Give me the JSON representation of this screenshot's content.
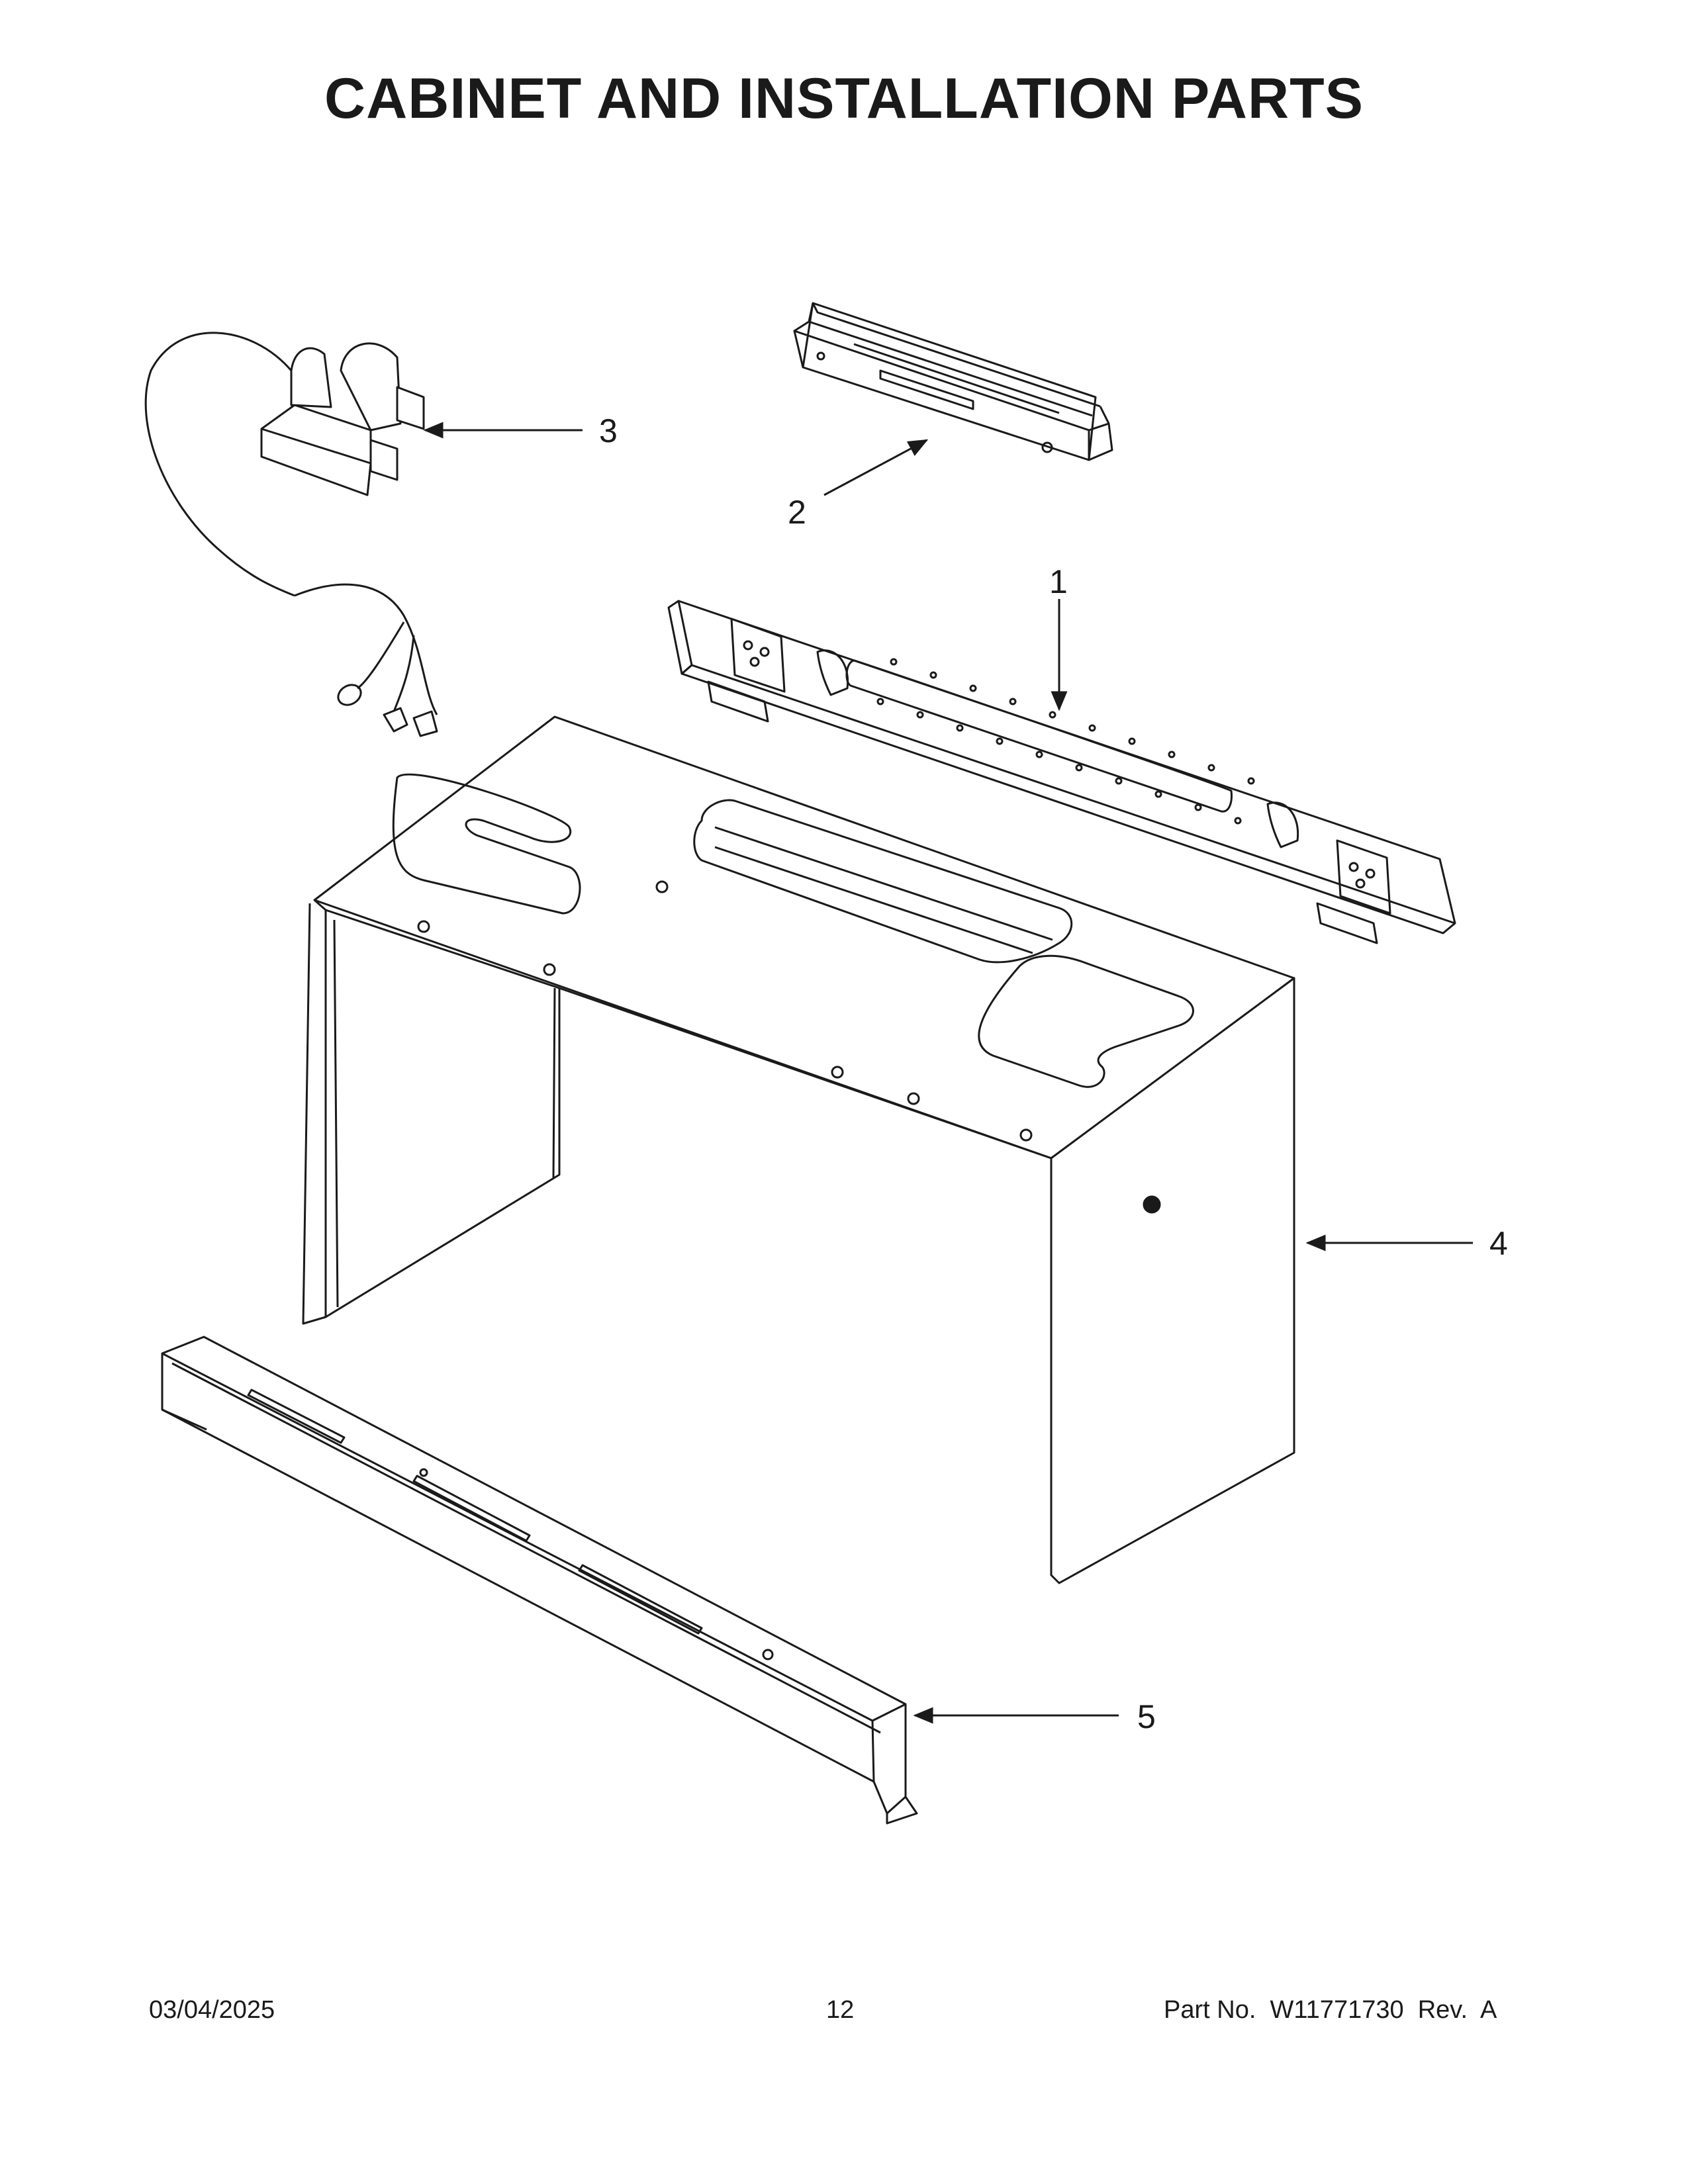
{
  "header": {
    "title": "CABINET AND INSTALLATION PARTS"
  },
  "callouts": [
    "1",
    "2",
    "3",
    "4",
    "5"
  ],
  "footer": {
    "date": "03/04/2025",
    "page": "12",
    "part_no": "Part No.  W11771730  Rev.  A"
  }
}
